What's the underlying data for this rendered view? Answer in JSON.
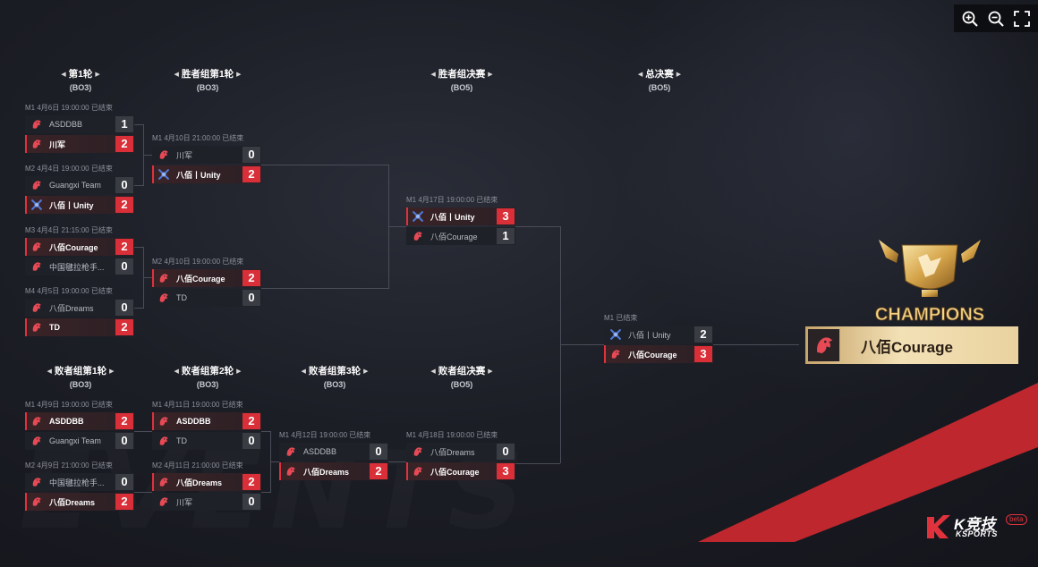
{
  "toolbar": {
    "icons": [
      "zoom-in-icon",
      "zoom-out-icon",
      "fullscreen-icon"
    ]
  },
  "colors": {
    "win_accent": "#d92f38",
    "loss_score_bg": "#3a3c43",
    "gold": "#e9d29f",
    "background": "#1c1e26"
  },
  "rounds": {
    "r1": {
      "title": "第1轮",
      "format": "(BO3)"
    },
    "wb_r1": {
      "title": "胜者组第1轮",
      "format": "(BO3)"
    },
    "wb_final": {
      "title": "胜者组决赛",
      "format": "(BO5)"
    },
    "grand_final": {
      "title": "总决赛",
      "format": "(BO5)"
    },
    "lb_r1": {
      "title": "败者组第1轮",
      "format": "(BO3)"
    },
    "lb_r2": {
      "title": "败者组第2轮",
      "format": "(BO3)"
    },
    "lb_r3": {
      "title": "败者组第3轮",
      "format": "(BO3)"
    },
    "lb_final": {
      "title": "败者组决赛",
      "format": "(BO5)"
    }
  },
  "matches": {
    "r1_m1": {
      "meta": "M1 4月6日 19:00:00  已结束",
      "teams": [
        {
          "name": "ASDDBB",
          "score": "1",
          "logo": "dragon-logo-icon",
          "win": false
        },
        {
          "name": "川军",
          "score": "2",
          "logo": "dragon-logo-icon",
          "win": true
        }
      ]
    },
    "r1_m2": {
      "meta": "M2 4月4日 19:00:00  已结束",
      "teams": [
        {
          "name": "Guangxi Team",
          "score": "0",
          "logo": "dragon-logo-icon",
          "win": false
        },
        {
          "name": "八佰丨Unity",
          "score": "2",
          "logo": "cross-logo-icon",
          "win": true
        }
      ]
    },
    "r1_m3": {
      "meta": "M3 4月4日 21:15:00  已结束",
      "teams": [
        {
          "name": "八佰Courage",
          "score": "2",
          "logo": "dragon-logo-icon",
          "win": true
        },
        {
          "name": "中国毽拉枪手...",
          "score": "0",
          "logo": "dragon-logo-icon",
          "win": false
        }
      ]
    },
    "r1_m4": {
      "meta": "M4 4月5日 19:00:00  已结束",
      "teams": [
        {
          "name": "八佰Dreams",
          "score": "0",
          "logo": "dragon-logo-icon",
          "win": false
        },
        {
          "name": "TD",
          "score": "2",
          "logo": "dragon-logo-icon",
          "win": true
        }
      ]
    },
    "wb1_m1": {
      "meta": "M1 4月10日 21:00:00  已结束",
      "teams": [
        {
          "name": "川军",
          "score": "0",
          "logo": "dragon-logo-icon",
          "win": false
        },
        {
          "name": "八佰丨Unity",
          "score": "2",
          "logo": "cross-logo-icon",
          "win": true
        }
      ]
    },
    "wb1_m2": {
      "meta": "M2 4月10日 19:00:00  已结束",
      "teams": [
        {
          "name": "八佰Courage",
          "score": "2",
          "logo": "dragon-logo-icon",
          "win": true
        },
        {
          "name": "TD",
          "score": "0",
          "logo": "dragon-logo-icon",
          "win": false
        }
      ]
    },
    "wbf_m1": {
      "meta": "M1 4月17日 19:00:00  已结束",
      "teams": [
        {
          "name": "八佰丨Unity",
          "score": "3",
          "logo": "cross-logo-icon",
          "win": true
        },
        {
          "name": "八佰Courage",
          "score": "1",
          "logo": "dragon-logo-icon",
          "win": false
        }
      ]
    },
    "gf_m1": {
      "meta": "M1  已结束",
      "teams": [
        {
          "name": "八佰丨Unity",
          "score": "2",
          "logo": "cross-logo-icon",
          "win": false
        },
        {
          "name": "八佰Courage",
          "score": "3",
          "logo": "dragon-logo-icon",
          "win": true
        }
      ]
    },
    "lb1_m1": {
      "meta": "M1 4月9日 19:00:00  已结束",
      "teams": [
        {
          "name": "ASDDBB",
          "score": "2",
          "logo": "dragon-logo-icon",
          "win": true
        },
        {
          "name": "Guangxi Team",
          "score": "0",
          "logo": "dragon-logo-icon",
          "win": false
        }
      ]
    },
    "lb1_m2": {
      "meta": "M2 4月9日 21:00:00  已结束",
      "teams": [
        {
          "name": "中国毽拉枪手...",
          "score": "0",
          "logo": "dragon-logo-icon",
          "win": false
        },
        {
          "name": "八佰Dreams",
          "score": "2",
          "logo": "dragon-logo-icon",
          "win": true
        }
      ]
    },
    "lb2_m1": {
      "meta": "M1 4月11日 19:00:00  已结束",
      "teams": [
        {
          "name": "ASDDBB",
          "score": "2",
          "logo": "dragon-logo-icon",
          "win": true
        },
        {
          "name": "TD",
          "score": "0",
          "logo": "dragon-logo-icon",
          "win": false
        }
      ]
    },
    "lb2_m2": {
      "meta": "M2 4月11日 21:00:00  已结束",
      "teams": [
        {
          "name": "八佰Dreams",
          "score": "2",
          "logo": "dragon-logo-icon",
          "win": true
        },
        {
          "name": "川军",
          "score": "0",
          "logo": "dragon-logo-icon",
          "win": false
        }
      ]
    },
    "lb3_m1": {
      "meta": "M1 4月12日 19:00:00  已结束",
      "teams": [
        {
          "name": "ASDDBB",
          "score": "0",
          "logo": "dragon-logo-icon",
          "win": false
        },
        {
          "name": "八佰Dreams",
          "score": "2",
          "logo": "dragon-logo-icon",
          "win": true
        }
      ]
    },
    "lbf_m1": {
      "meta": "M1 4月18日 19:00:00  已结束",
      "teams": [
        {
          "name": "八佰Dreams",
          "score": "0",
          "logo": "dragon-logo-icon",
          "win": false
        },
        {
          "name": "八佰Courage",
          "score": "3",
          "logo": "dragon-logo-icon",
          "win": true
        }
      ]
    }
  },
  "champion": {
    "banner_text": "CHAMPIONS",
    "team": "八佰Courage",
    "logo": "dragon-logo-icon",
    "trophy_icon": "trophy-icon"
  },
  "brand": {
    "name": "K竞技",
    "sub": "KSPORTS",
    "badge": "beta"
  }
}
